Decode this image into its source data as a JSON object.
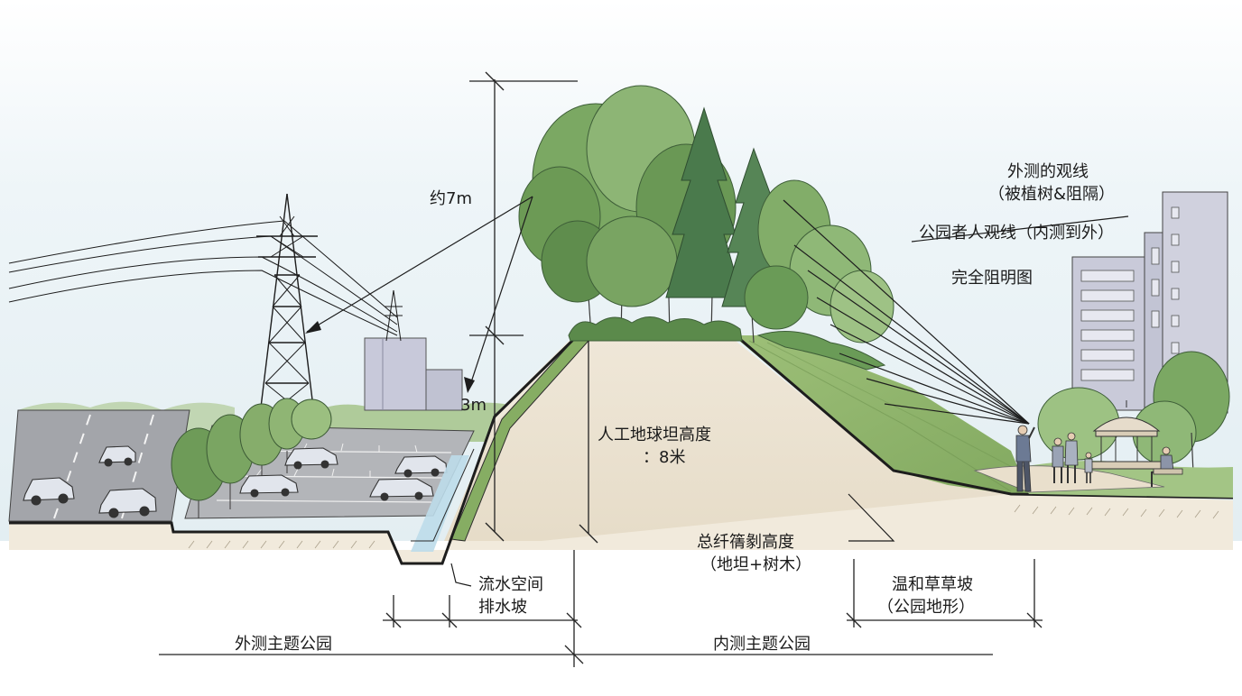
{
  "labels": {
    "height_total": "约7m",
    "height_small": "3m",
    "berm_height_line1": "人工地球坦高度",
    "berm_height_line2": "：8米",
    "outer_sightline_line1": "外测的观线",
    "outer_sightline_line2": "（被植树&阻隔）",
    "park_sightline": "公园者人观线（内测到外）",
    "blocked": "完全阻明图",
    "total_height_line1": "总纤篟剶高度",
    "total_height_line2": "（地坦+树木）",
    "gentle_slope_line1": "温和草草坡",
    "gentle_slope_line2": "（公园地形）",
    "drain_line1": "流水空间",
    "drain_line2": "排水坡",
    "outer_zone": "外测主题公园",
    "inner_zone": "内测主题公园"
  },
  "colors": {
    "sky": "#e7f1f5",
    "berm_soil": "#e9e0cf",
    "grass": "#8fb36a",
    "tree_dark": "#4f7f45",
    "tree_mid": "#6f9f5a",
    "tree_light": "#9cc17f",
    "pine": "#4a7a4c",
    "road": "#9c9ea3",
    "parking": "#aeb0b4",
    "building": "#c9cad8",
    "building_dark": "#b9bac6",
    "car": "#dfe3ea",
    "water": "#b9dbea"
  }
}
